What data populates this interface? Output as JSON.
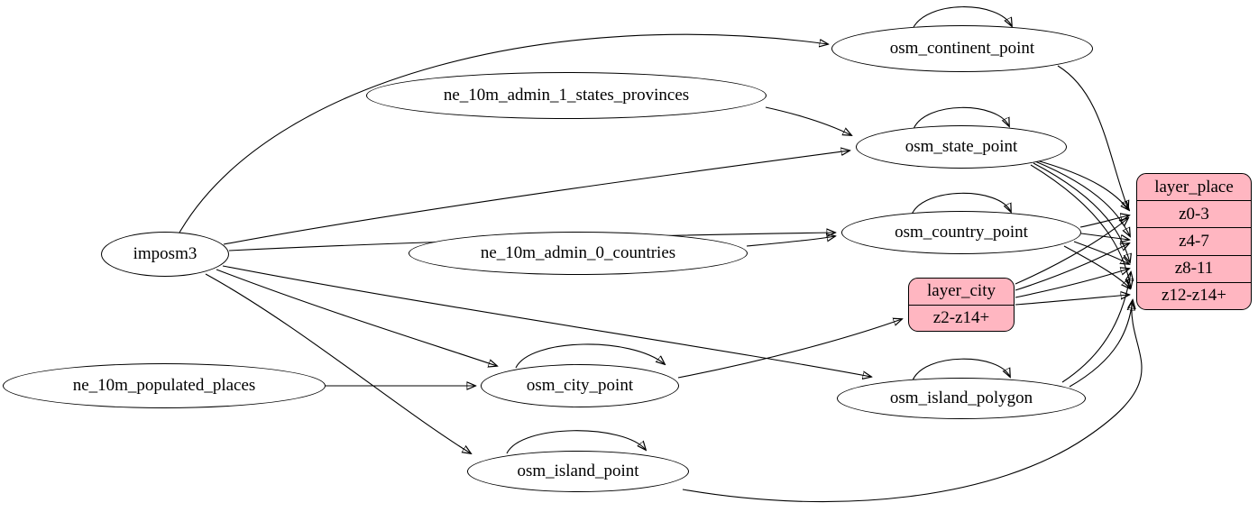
{
  "colors": {
    "record_fill": "#ffb6c1",
    "node_fill": "#ffffff",
    "edge_color": "#000000",
    "text_color": "#000000"
  },
  "nodes": {
    "imposm3": {
      "label": "imposm3"
    },
    "ne_10m_admin_1_states_provinces": {
      "label": "ne_10m_admin_1_states_provinces"
    },
    "ne_10m_admin_0_countries": {
      "label": "ne_10m_admin_0_countries"
    },
    "ne_10m_populated_places": {
      "label": "ne_10m_populated_places"
    },
    "osm_continent_point": {
      "label": "osm_continent_point"
    },
    "osm_state_point": {
      "label": "osm_state_point"
    },
    "osm_country_point": {
      "label": "osm_country_point"
    },
    "osm_city_point": {
      "label": "osm_city_point"
    },
    "osm_island_polygon": {
      "label": "osm_island_polygon"
    },
    "osm_island_point": {
      "label": "osm_island_point"
    }
  },
  "records": {
    "layer_city": {
      "title": "layer_city",
      "rows": [
        "z2-z14+"
      ]
    },
    "layer_place": {
      "title": "layer_place",
      "rows": [
        "z0-3",
        "z4-7",
        "z8-11",
        "z12-z14+"
      ]
    }
  },
  "edges": [
    {
      "from": "imposm3",
      "to": "osm_continent_point"
    },
    {
      "from": "imposm3",
      "to": "osm_state_point"
    },
    {
      "from": "imposm3",
      "to": "osm_country_point"
    },
    {
      "from": "imposm3",
      "to": "osm_city_point"
    },
    {
      "from": "imposm3",
      "to": "osm_island_polygon"
    },
    {
      "from": "imposm3",
      "to": "osm_island_point"
    },
    {
      "from": "ne_10m_admin_1_states_provinces",
      "to": "osm_state_point"
    },
    {
      "from": "ne_10m_admin_0_countries",
      "to": "osm_country_point"
    },
    {
      "from": "ne_10m_populated_places",
      "to": "osm_city_point"
    },
    {
      "from": "osm_continent_point",
      "to": "osm_continent_point"
    },
    {
      "from": "osm_state_point",
      "to": "osm_state_point"
    },
    {
      "from": "osm_country_point",
      "to": "osm_country_point"
    },
    {
      "from": "osm_city_point",
      "to": "osm_city_point"
    },
    {
      "from": "osm_island_polygon",
      "to": "osm_island_polygon"
    },
    {
      "from": "osm_island_point",
      "to": "osm_island_point"
    },
    {
      "from": "osm_continent_point",
      "to": "layer_place:z0-3"
    },
    {
      "from": "osm_state_point",
      "to": "layer_place:z0-3"
    },
    {
      "from": "osm_state_point",
      "to": "layer_place:z4-7"
    },
    {
      "from": "osm_state_point",
      "to": "layer_place:z8-11"
    },
    {
      "from": "osm_state_point",
      "to": "layer_place:z12-z14+"
    },
    {
      "from": "osm_country_point",
      "to": "layer_place:z0-3"
    },
    {
      "from": "osm_country_point",
      "to": "layer_place:z4-7"
    },
    {
      "from": "osm_country_point",
      "to": "layer_place:z8-11"
    },
    {
      "from": "osm_country_point",
      "to": "layer_place:z12-z14+"
    },
    {
      "from": "osm_city_point",
      "to": "layer_city:z2-z14+"
    },
    {
      "from": "layer_city",
      "to": "layer_place:z0-3"
    },
    {
      "from": "layer_city",
      "to": "layer_place:z4-7"
    },
    {
      "from": "layer_city",
      "to": "layer_place:z8-11"
    },
    {
      "from": "layer_city",
      "to": "layer_place:z12-z14+"
    },
    {
      "from": "osm_island_polygon",
      "to": "layer_place:z8-11"
    },
    {
      "from": "osm_island_polygon",
      "to": "layer_place:z12-z14+"
    },
    {
      "from": "osm_island_point",
      "to": "layer_place:z12-z14+"
    }
  ]
}
